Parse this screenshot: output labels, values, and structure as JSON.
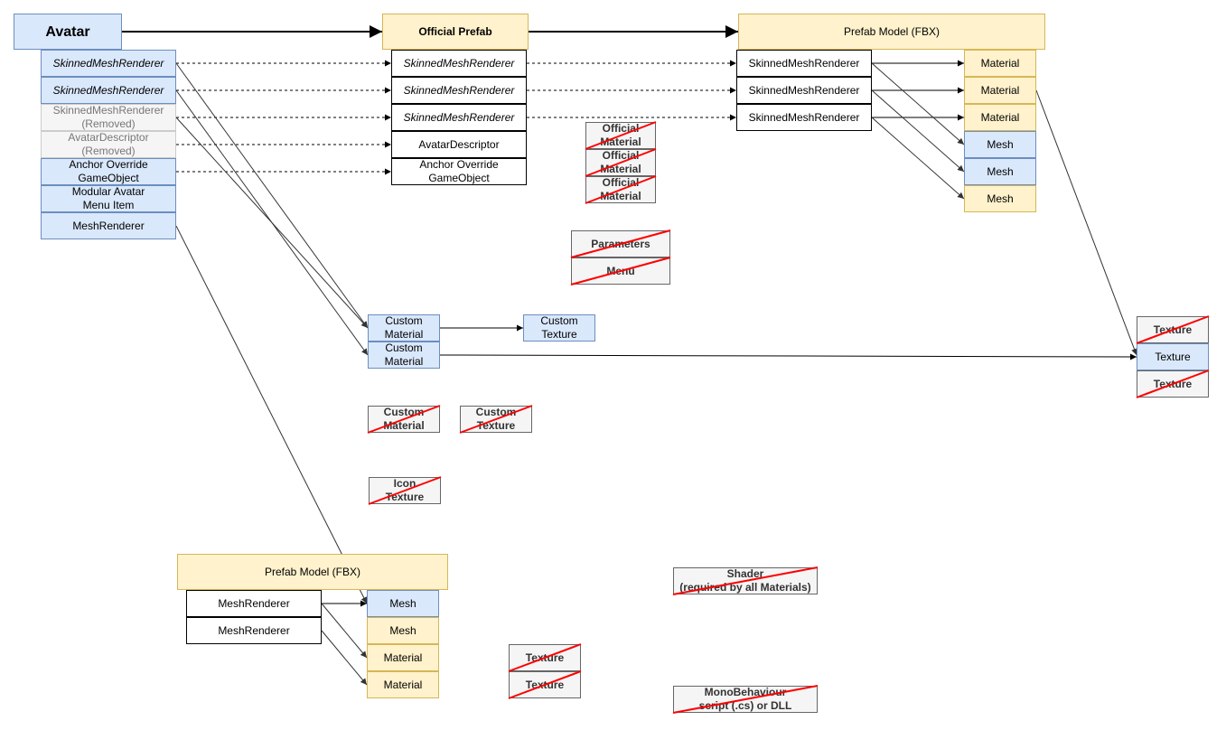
{
  "avatar": {
    "title": "Avatar",
    "items": [
      "SkinnedMeshRenderer",
      "SkinnedMeshRenderer",
      "SkinnedMeshRenderer\n(Removed)",
      "AvatarDescriptor\n(Removed)",
      "Anchor Override\nGameObject",
      "Modular Avatar\nMenu Item",
      "MeshRenderer"
    ]
  },
  "official_prefab": {
    "title": "Official Prefab",
    "items": [
      "SkinnedMeshRenderer",
      "SkinnedMeshRenderer",
      "SkinnedMeshRenderer",
      "AvatarDescriptor",
      "Anchor Override\nGameObject"
    ]
  },
  "prefab_model_top": {
    "title": "Prefab Model (FBX)",
    "renderers": [
      "SkinnedMeshRenderer",
      "SkinnedMeshRenderer",
      "SkinnedMeshRenderer"
    ],
    "assets": [
      "Material",
      "Material",
      "Material",
      "Mesh",
      "Mesh",
      "Mesh"
    ]
  },
  "official_materials": [
    "Official\nMaterial",
    "Official\nMaterial",
    "Official\nMaterial"
  ],
  "params_menu": [
    "Parameters",
    "Menu"
  ],
  "custom": {
    "materials": [
      "Custom\nMaterial",
      "Custom\nMaterial"
    ],
    "texture": "Custom\nTexture"
  },
  "textures_right": [
    "Texture",
    "Texture",
    "Texture"
  ],
  "custom_crossed": {
    "material": "Custom\nMaterial",
    "texture": "Custom\nTexture"
  },
  "icon_texture": "Icon\nTexture",
  "prefab_model_bottom": {
    "title": "Prefab Model (FBX)",
    "renderers": [
      "MeshRenderer",
      "MeshRenderer"
    ],
    "assets": [
      "Mesh",
      "Mesh",
      "Material",
      "Material"
    ]
  },
  "textures_bottom": [
    "Texture",
    "Texture"
  ],
  "shader": "Shader\n(required by all Materials)",
  "monobehaviour": "MonoBehaviour\nscript (.cs) or DLL",
  "colors": {
    "blue_fill": "#dae8fc",
    "blue_stroke": "#6c8ebf",
    "yellow_fill": "#fff2cc",
    "yellow_stroke": "#d6b656",
    "grey_fill": "#f5f5f5",
    "strike": "#ff0000"
  }
}
